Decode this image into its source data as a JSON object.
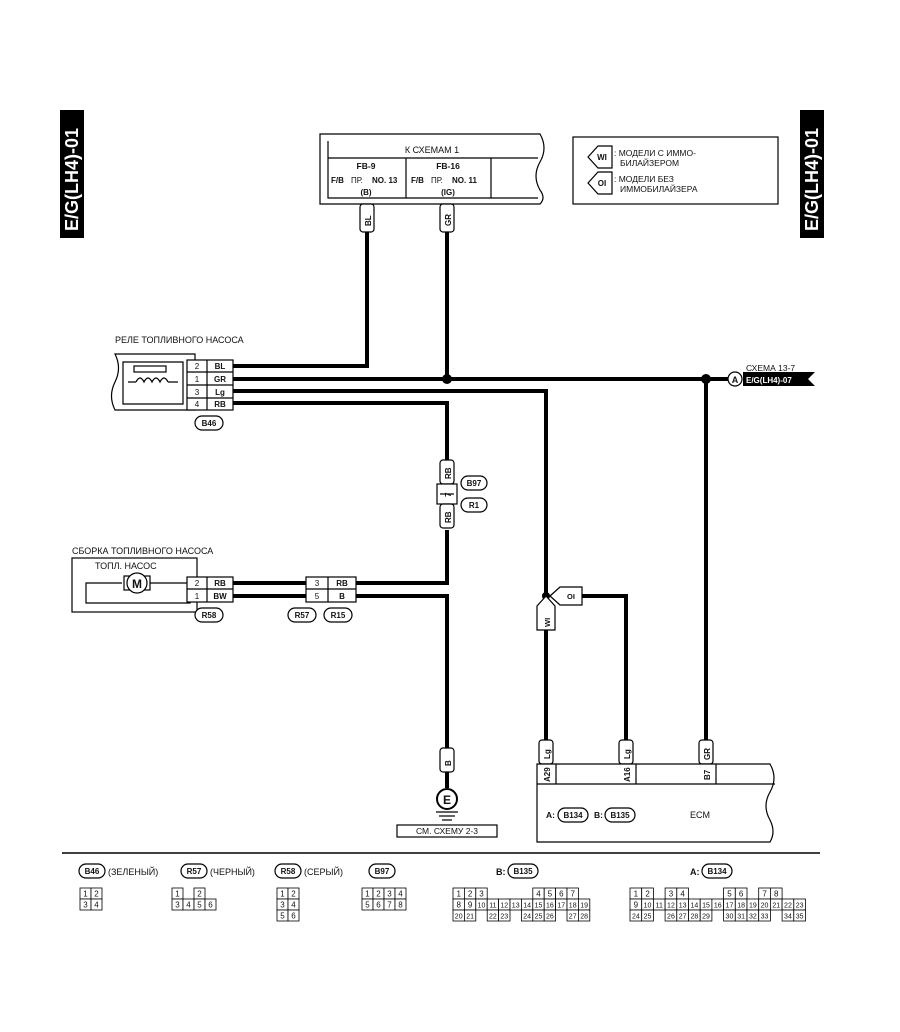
{
  "side_label": "E/G(LH4)-01",
  "fuse_box": {
    "title": "К СХЕМАМ 1",
    "fb9": {
      "name": "FB-9",
      "fb": "F/B",
      "pr": "ПР.",
      "no": "NO. 13",
      "sub": "(B)"
    },
    "fb16": {
      "name": "FB-16",
      "fb": "F/B",
      "pr": "ПР.",
      "no": "NO. 11",
      "sub": "(IG)"
    }
  },
  "legend": {
    "wi_tag": "WI",
    "oi_tag": "OI",
    "wi_line1": ": МОДЕЛИ С ИММО-",
    "wi_line2": "БИЛАЙЗЕРОМ",
    "oi_line1": ": МОДЕЛИ БЕЗ",
    "oi_line2": "ИММОБИЛАЙЗЕРА"
  },
  "relay": {
    "title": "РЕЛЕ ТОПЛИВНОГО НАСОСА",
    "connector": "B46",
    "pins": [
      {
        "pin": "2",
        "wire": "BL"
      },
      {
        "pin": "1",
        "wire": "GR"
      },
      {
        "pin": "3",
        "wire": "Lg"
      },
      {
        "pin": "4",
        "wire": "RB"
      }
    ]
  },
  "schema_ref": {
    "line1": "СХЕМА 13-7",
    "letter": "A",
    "line2": "E/G(LH4)-07"
  },
  "wire_labels": {
    "bl": "BL",
    "gr": "GR",
    "rb": "RB",
    "b": "B",
    "lg": "Lg"
  },
  "joint": {
    "pin": "7",
    "wire_top": "RB",
    "wire_bottom": "RB",
    "conn1": "B97",
    "conn2": "R1"
  },
  "pump": {
    "title": "СБОРКА ТОПЛИВНОГО НАСОСА",
    "sub": "ТОПЛ. НАСОС",
    "motor": "M",
    "connector": "R58",
    "pins": [
      {
        "pin": "2",
        "wire": "RB"
      },
      {
        "pin": "1",
        "wire": "BW"
      }
    ]
  },
  "mid_connector": {
    "pins": [
      {
        "pin": "3",
        "wire": "RB"
      },
      {
        "pin": "5",
        "wire": "B"
      }
    ],
    "conn1": "R57",
    "conn2": "R15"
  },
  "ground": {
    "label": "E",
    "ref": "СМ. СХЕМУ 2-3"
  },
  "ecm": {
    "name": "ECM",
    "label_a": "A:",
    "conn_a": "B134",
    "label_b": "B:",
    "conn_b": "B135",
    "pins": [
      {
        "pin": "A29",
        "wire": "Lg"
      },
      {
        "pin": "A16",
        "wire": "Lg"
      },
      {
        "pin": "B7",
        "wire": "GR"
      }
    ]
  },
  "bottom_connectors": [
    {
      "id": "B46",
      "color": "(ЗЕЛЕНЫЙ)"
    },
    {
      "id": "R57",
      "color": "(ЧЕРНЫЙ)"
    },
    {
      "id": "R58",
      "color": "(СЕРЫЙ)"
    },
    {
      "id": "B97",
      "color": ""
    },
    {
      "id": "B135",
      "prefix": "B:"
    },
    {
      "id": "B134",
      "prefix": "A:"
    }
  ],
  "b46_grid": [
    [
      "1",
      "2"
    ],
    [
      "3",
      "4"
    ]
  ],
  "r57_grid": [
    [
      "1",
      "",
      "2"
    ],
    [
      "3",
      "4",
      "5",
      "6"
    ]
  ],
  "r58_grid": [
    [
      "1",
      "2"
    ],
    [
      "3",
      "4"
    ],
    [
      "5",
      "6"
    ]
  ],
  "b97_grid": [
    [
      "1",
      "2",
      "3",
      "4"
    ],
    [
      "5",
      "6",
      "7",
      "8"
    ]
  ],
  "b135_grid": [
    [
      "1",
      "2",
      "3",
      "",
      "",
      "",
      "",
      "4",
      "5",
      "6",
      "7"
    ],
    [
      "8",
      "9",
      "10",
      "11",
      "12",
      "13",
      "14",
      "15",
      "16",
      "17",
      "18",
      "19"
    ],
    [
      "20",
      "21",
      "",
      "22",
      "23",
      "",
      "24",
      "25",
      "26",
      "",
      "27",
      "28"
    ]
  ],
  "b134_grid": [
    [
      "1",
      "2",
      "",
      "3",
      "4",
      "",
      "",
      "",
      "5",
      "6",
      "",
      "7",
      "8"
    ],
    [
      "9",
      "10",
      "11",
      "12",
      "13",
      "14",
      "15",
      "16",
      "17",
      "18",
      "19",
      "20",
      "21",
      "22",
      "23"
    ],
    [
      "24",
      "25",
      "",
      "26",
      "27",
      "28",
      "29",
      "",
      "30",
      "31",
      "32",
      "33",
      "",
      "34",
      "35"
    ]
  ]
}
